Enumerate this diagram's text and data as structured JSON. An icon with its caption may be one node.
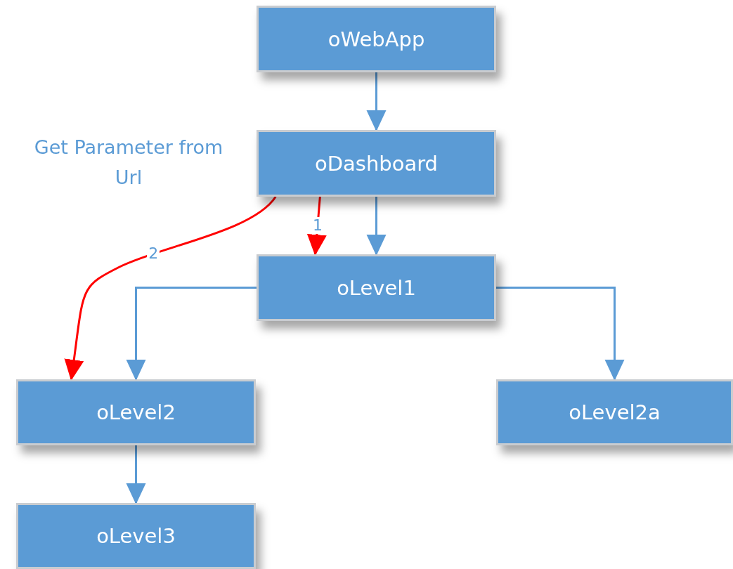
{
  "diagram": {
    "nodes": [
      {
        "text": [
          "oWebApp"
        ]
      },
      {
        "text": [
          "oDashboard"
        ]
      },
      {
        "text": [
          "oLevel1"
        ]
      },
      {
        "text": [
          "oLevel2"
        ]
      },
      {
        "text": [
          "oLevel2a"
        ]
      },
      {
        "text": [
          "oLevel3"
        ]
      }
    ],
    "edges": [
      {
        "from": 0,
        "to": 1,
        "arrow": "to"
      },
      {
        "from": 1,
        "to": 2,
        "arrow": "to"
      },
      {
        "from": 2,
        "to": 3,
        "arrow": "to"
      },
      {
        "from": 2,
        "to": 4,
        "arrow": "to"
      },
      {
        "from": 3,
        "to": 5,
        "arrow": "to"
      },
      {
        "from": 1,
        "to": 2,
        "arrow": "to",
        "label": "1",
        "color": "#ff0000"
      },
      {
        "from": 1,
        "to": 3,
        "arrow": "to",
        "label": "2",
        "color": "#ff0000"
      }
    ],
    "labels": [
      "Get Parameter from Url"
    ]
  }
}
